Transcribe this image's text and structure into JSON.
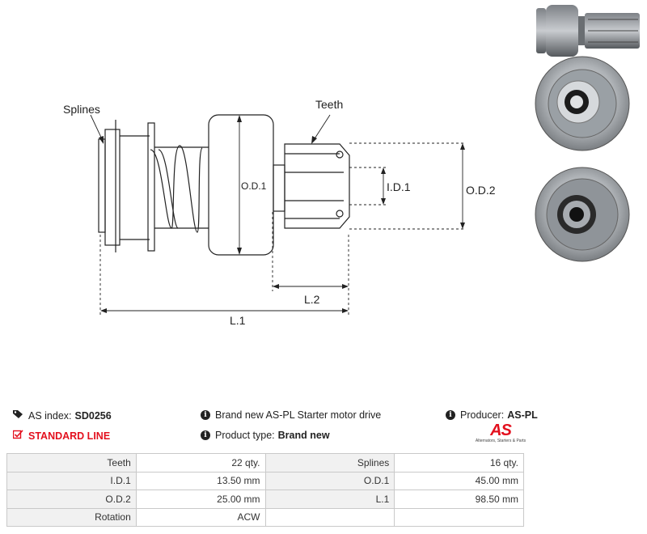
{
  "drawing": {
    "labels": {
      "splines": "Splines",
      "teeth": "Teeth",
      "od1": "O.D.1",
      "id1": "I.D.1",
      "od2": "O.D.2",
      "l2": "L.2",
      "l1": "L.1"
    }
  },
  "info": {
    "as_index_label": "AS index:",
    "as_index_value": "SD0256",
    "standard_line": "STANDARD LINE",
    "description": "Brand new AS-PL Starter motor drive",
    "product_type_label": "Product type:",
    "product_type_value": "Brand new",
    "producer_label": "Producer:",
    "producer_value": "AS-PL",
    "logo_mark": "AS",
    "logo_tagline": "Alternators, Starters & Parts"
  },
  "specs": [
    [
      "Teeth",
      "22 qty.",
      "Splines",
      "16 qty."
    ],
    [
      "I.D.1",
      "13.50 mm",
      "O.D.1",
      "45.00 mm"
    ],
    [
      "O.D.2",
      "25.00 mm",
      "L.1",
      "98.50 mm"
    ],
    [
      "Rotation",
      "ACW",
      "",
      ""
    ]
  ],
  "colors": {
    "accent": "#e3101e",
    "label_bg": "#f1f1f1",
    "border": "#c9c9c9"
  }
}
